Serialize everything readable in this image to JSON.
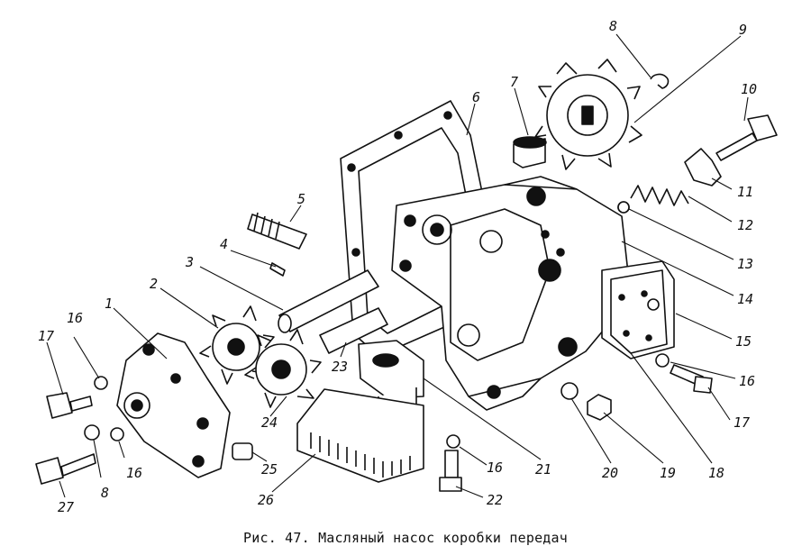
{
  "caption": "Рис. 47. Масляный насос коробки передач",
  "callouts": {
    "c1": "1",
    "c2": "2",
    "c3": "3",
    "c4": "4",
    "c5": "5",
    "c6": "6",
    "c7": "7",
    "c8a": "8",
    "c8b": "8",
    "c9": "9",
    "c10": "10",
    "c11": "11",
    "c12": "12",
    "c13": "13",
    "c14": "14",
    "c15": "15",
    "c16a": "16",
    "c16b": "16",
    "c16c": "16",
    "c16d": "16",
    "c17a": "17",
    "c17b": "17",
    "c18": "18",
    "c19": "19",
    "c20": "20",
    "c21": "21",
    "c22": "22",
    "c23": "23",
    "c24": "24",
    "c25": "25",
    "c26": "26",
    "c27": "27"
  }
}
